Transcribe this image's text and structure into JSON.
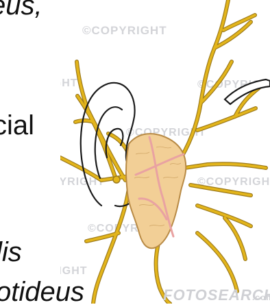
{
  "labels": {
    "top": "eus,",
    "middle": "cial",
    "lower": "lis",
    "bottom": "otideus"
  },
  "watermarks": {
    "copyright": "©COPYRIGHT",
    "copyright_short": "OPYRIGHT",
    "brand": "FOTOSEARCH",
    "brand_suffix": ".com"
  },
  "colors": {
    "nerve": "#e3b51b",
    "gland_fill": "#f2cf96",
    "gland_edge": "#b88a45",
    "vessel": "#e9a2a2",
    "ear_line": "#1a1a1a",
    "watermark": "#cfd0d4"
  }
}
